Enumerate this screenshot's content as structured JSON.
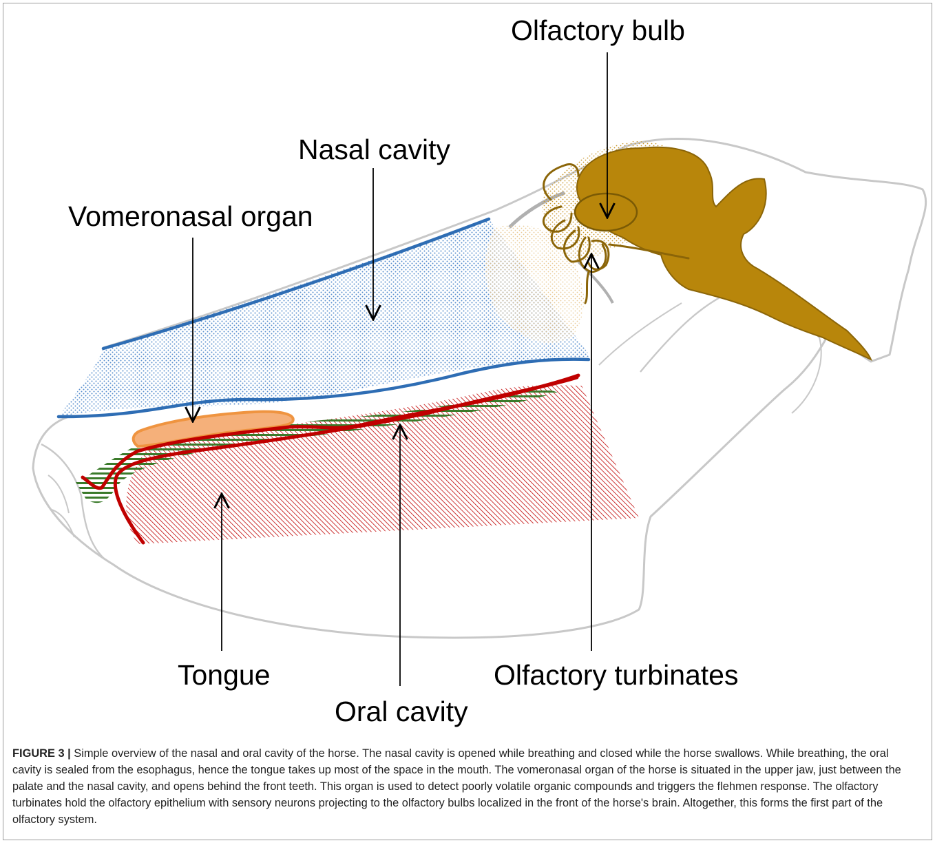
{
  "labels": {
    "olfactory_bulb": "Olfactory bulb",
    "nasal_cavity": "Nasal cavity",
    "vomeronasal_organ": "Vomeronasal organ",
    "tongue": "Tongue",
    "oral_cavity": "Oral cavity",
    "olfactory_turbinates": "Olfactory turbinates"
  },
  "caption": {
    "figure_number": "FIGURE 3 |",
    "text": "Simple overview of the nasal and oral cavity of the horse. The nasal cavity is opened while breathing and closed while the horse swallows. While breathing, the oral cavity is sealed from the esophagus, hence the tongue takes up most of the space in the mouth. The vomeronasal organ of the horse is situated in the upper jaw, just between the palate and the nasal cavity, and opens behind the front teeth. This organ is used to detect poorly volatile organic compounds and triggers the flehmen response. The olfactory turbinates hold the olfactory epithelium with sensory neurons projecting to the olfactory bulbs localized in the front of the horse's brain. Altogether, this forms the first part of the olfactory system."
  },
  "colors": {
    "nasal_cavity": "#2e6db4",
    "oral_cavity": "#c00000",
    "tongue": "#c00000",
    "vomeronasal_organ": "#f0a060",
    "brain": "#b8860b",
    "turbinates_stripes": "#3a7a2a",
    "skull_outline": "#c8c8c8"
  }
}
